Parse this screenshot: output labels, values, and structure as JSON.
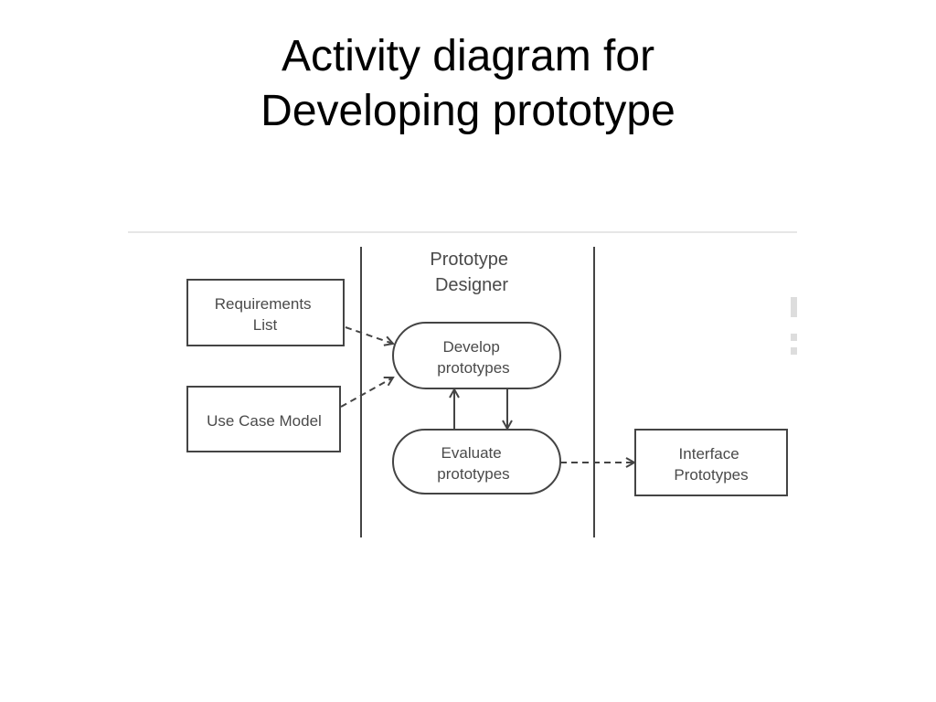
{
  "slide": {
    "title_line1": "Activity diagram for",
    "title_line2": "Developing prototype"
  },
  "diagram": {
    "swimlane_label_line1": "Prototype",
    "swimlane_label_line2": "Designer",
    "artifacts": {
      "requirements_list_line1": "Requirements",
      "requirements_list_line2": "List",
      "use_case_model": "Use Case Model",
      "interface_prototypes_line1": "Interface",
      "interface_prototypes_line2": "Prototypes"
    },
    "activities": {
      "develop_line1": "Develop",
      "develop_line2": "prototypes",
      "evaluate_line1": "Evaluate",
      "evaluate_line2": "prototypes"
    }
  },
  "colors": {
    "ink": "#444444",
    "text": "#4a4a4a"
  }
}
